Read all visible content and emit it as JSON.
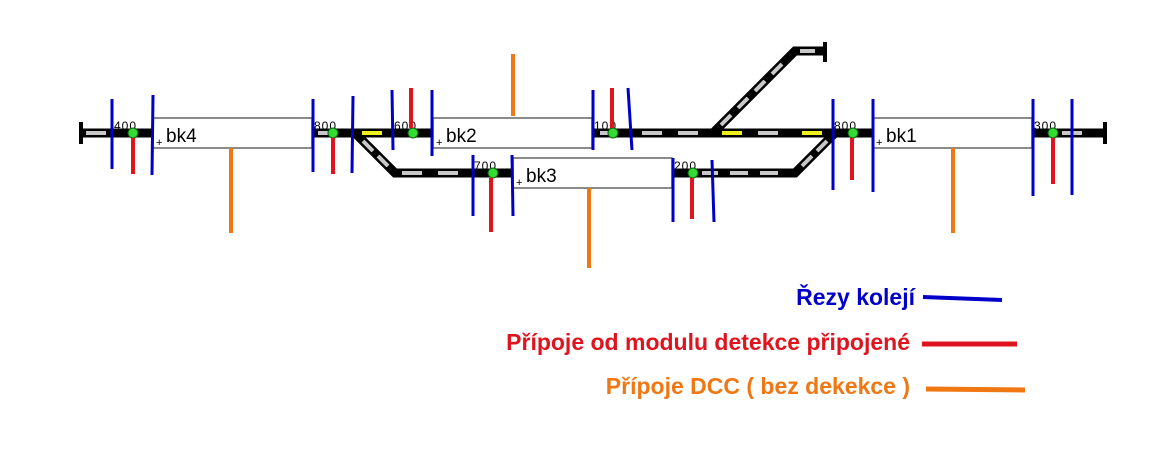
{
  "blocks": [
    {
      "id": "bk4",
      "label": "bk4"
    },
    {
      "id": "bk2",
      "label": "bk2"
    },
    {
      "id": "bk3",
      "label": "bk3"
    },
    {
      "id": "bk1",
      "label": "bk1"
    }
  ],
  "signals": [
    {
      "id": "s400",
      "label": "400"
    },
    {
      "id": "s800a",
      "label": "800"
    },
    {
      "id": "s600",
      "label": "600"
    },
    {
      "id": "s100",
      "label": "100"
    },
    {
      "id": "s700",
      "label": "700"
    },
    {
      "id": "s200",
      "label": "200"
    },
    {
      "id": "s800b",
      "label": "800"
    },
    {
      "id": "s300",
      "label": "300"
    }
  ],
  "block_marker": "+",
  "legend": {
    "cuts": {
      "label": "Řezy kolejí",
      "color": "#0000c8"
    },
    "detection": {
      "label": "Přípoje od modulu detekce připojené",
      "color": "#e0141e"
    },
    "dcc": {
      "label": "Přípoje DCC ( bez dekekce )",
      "color": "#f07814"
    }
  },
  "colors": {
    "track": "#000000",
    "segment": "#c8c8c8",
    "occupied": "#f0f01e",
    "signal": "#32dc32"
  }
}
